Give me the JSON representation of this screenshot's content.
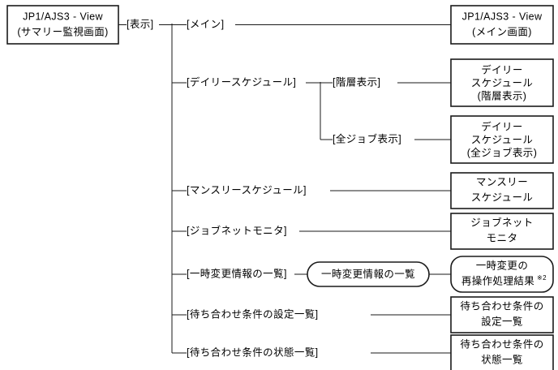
{
  "diagram": {
    "type": "window-transition-tree",
    "root": {
      "id": "root-window",
      "line1": "JP1/AJS3 - View",
      "line2": "(サマリー監視画面)"
    },
    "root_menu": {
      "id": "menu-hyouji",
      "label": "[表示]"
    },
    "branches": [
      {
        "id": "branch-main",
        "menu": "[メイン]",
        "target": {
          "shape": "rect",
          "lines": [
            "JP1/AJS3 - View",
            "(メイン画面)"
          ]
        }
      },
      {
        "id": "branch-daily-schedule",
        "menu": "[デイリースケジュール]",
        "submenus": [
          {
            "id": "submenu-kaisou-hyouji",
            "menu": "[階層表示]",
            "target": {
              "shape": "rect",
              "lines": [
                "デイリー",
                "スケジュール",
                "(階層表示)"
              ]
            }
          },
          {
            "id": "submenu-zenjob-hyouji",
            "menu": "[全ジョブ表示]",
            "target": {
              "shape": "rect",
              "lines": [
                "デイリー",
                "スケジュール",
                "(全ジョブ表示)"
              ]
            }
          }
        ]
      },
      {
        "id": "branch-monthly-schedule",
        "menu": "[マンスリースケジュール]",
        "target": {
          "shape": "rect",
          "lines": [
            "マンスリー",
            "スケジュール"
          ]
        }
      },
      {
        "id": "branch-jobnet-monitor",
        "menu": "[ジョブネットモニタ]",
        "target": {
          "shape": "rect",
          "lines": [
            "ジョブネット",
            "モニタ"
          ]
        }
      },
      {
        "id": "branch-temp-change-list",
        "menu": "[一時変更情報の一覧]",
        "intermediate": {
          "shape": "rounded",
          "lines": [
            "一時変更情報の一覧"
          ]
        },
        "target": {
          "shape": "rounded",
          "lines": [
            "一時変更の",
            "再操作処理結果"
          ],
          "note": "※2"
        }
      },
      {
        "id": "branch-wait-condition-settings",
        "menu": "[待ち合わせ条件の設定一覧]",
        "target": {
          "shape": "rect",
          "lines": [
            "待ち合わせ条件の",
            "設定一覧"
          ]
        }
      },
      {
        "id": "branch-wait-condition-status",
        "menu": "[待ち合わせ条件の状態一覧]",
        "target": {
          "shape": "rect",
          "lines": [
            "待ち合わせ条件の",
            "状態一覧"
          ]
        }
      }
    ],
    "colors": {
      "line": "#1a1a1a",
      "text": "#000000",
      "background": "#ffffff"
    }
  }
}
